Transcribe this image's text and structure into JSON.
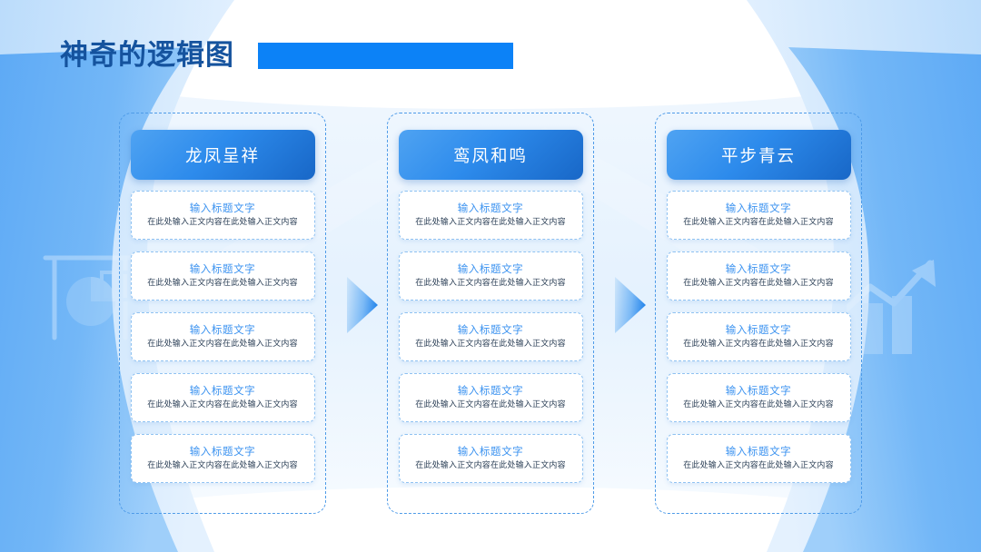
{
  "header": {
    "title": "神奇的逻辑图",
    "accent_bar_color": "#0C82F7",
    "title_color": "#15539E"
  },
  "theme": {
    "primary_blue": "#2D8BEC",
    "deep_blue": "#1867C7",
    "light_blue": "#4FA3F2",
    "card_title_color": "#3C93F0",
    "card_body_color": "#2B3F56",
    "dashed_border_color": "#4E9BE8",
    "background": "#FFFFFF"
  },
  "columns": [
    {
      "header": "龙凤呈祥",
      "cards": [
        {
          "title": "输入标题文字",
          "body": "在此处输入正文内容在此处输入正文内容"
        },
        {
          "title": "输入标题文字",
          "body": "在此处输入正文内容在此处输入正文内容"
        },
        {
          "title": "输入标题文字",
          "body": "在此处输入正文内容在此处输入正文内容"
        },
        {
          "title": "输入标题文字",
          "body": "在此处输入正文内容在此处输入正文内容"
        },
        {
          "title": "输入标题文字",
          "body": "在此处输入正文内容在此处输入正文内容"
        }
      ]
    },
    {
      "header": "鸾凤和鸣",
      "cards": [
        {
          "title": "输入标题文字",
          "body": "在此处输入正文内容在此处输入正文内容"
        },
        {
          "title": "输入标题文字",
          "body": "在此处输入正文内容在此处输入正文内容"
        },
        {
          "title": "输入标题文字",
          "body": "在此处输入正文内容在此处输入正文内容"
        },
        {
          "title": "输入标题文字",
          "body": "在此处输入正文内容在此处输入正文内容"
        },
        {
          "title": "输入标题文字",
          "body": "在此处输入正文内容在此处输入正文内容"
        }
      ]
    },
    {
      "header": "平步青云",
      "cards": [
        {
          "title": "输入标题文字",
          "body": "在此处输入正文内容在此处输入正文内容"
        },
        {
          "title": "输入标题文字",
          "body": "在此处输入正文内容在此处输入正文内容"
        },
        {
          "title": "输入标题文字",
          "body": "在此处输入正文内容在此处输入正文内容"
        },
        {
          "title": "输入标题文字",
          "body": "在此处输入正文内容在此处输入正文内容"
        },
        {
          "title": "输入标题文字",
          "body": "在此处输入正文内容在此处输入正文内容"
        }
      ]
    }
  ],
  "connectors": [
    {
      "icon": "arrow-right-icon"
    },
    {
      "icon": "arrow-right-icon"
    }
  ],
  "decorations": {
    "left_watermark_icon": "presentation-pie-chart-icon",
    "right_watermark_icon": "bar-chart-trend-arrow-icon"
  }
}
